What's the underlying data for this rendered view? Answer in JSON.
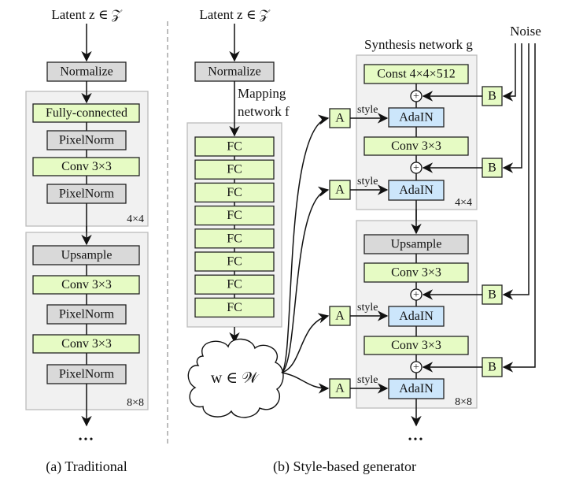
{
  "traditional": {
    "input_label": "Latent z ∈ 𝒵",
    "normalize": "Normalize",
    "block_4x4": {
      "resolution": "4×4",
      "layers": [
        "Fully-connected",
        "PixelNorm",
        "Conv 3×3",
        "PixelNorm"
      ]
    },
    "block_8x8": {
      "resolution": "8×8",
      "layers": [
        "Upsample",
        "Conv 3×3",
        "PixelNorm",
        "Conv 3×3",
        "PixelNorm"
      ]
    },
    "continuation": "•••",
    "caption": "(a) Traditional"
  },
  "style_based": {
    "input_label": "Latent z ∈ 𝒵",
    "normalize": "Normalize",
    "mapping_label_line1": "Mapping",
    "mapping_label_line2": "network f",
    "mapping_layers": [
      "FC",
      "FC",
      "FC",
      "FC",
      "FC",
      "FC",
      "FC",
      "FC"
    ],
    "w_label": "w ∈ 𝒲",
    "synthesis_label": "Synthesis network g",
    "noise_label": "Noise",
    "style_label": "style",
    "a_label": "A",
    "b_label": "B",
    "plus": "+",
    "block_4x4": {
      "resolution": "4×4",
      "const": "Const 4×4×512",
      "adain": "AdaIN",
      "conv": "Conv 3×3"
    },
    "block_8x8": {
      "resolution": "8×8",
      "upsample": "Upsample",
      "conv": "Conv 3×3",
      "adain": "AdaIN"
    },
    "continuation": "•••",
    "caption": "(b) Style-based generator"
  },
  "colors": {
    "learned_layer": "#e6fbc4",
    "fixed_layer": "#d9d9d9",
    "adain": "#cce6fb",
    "container": "#f1f1f1"
  }
}
